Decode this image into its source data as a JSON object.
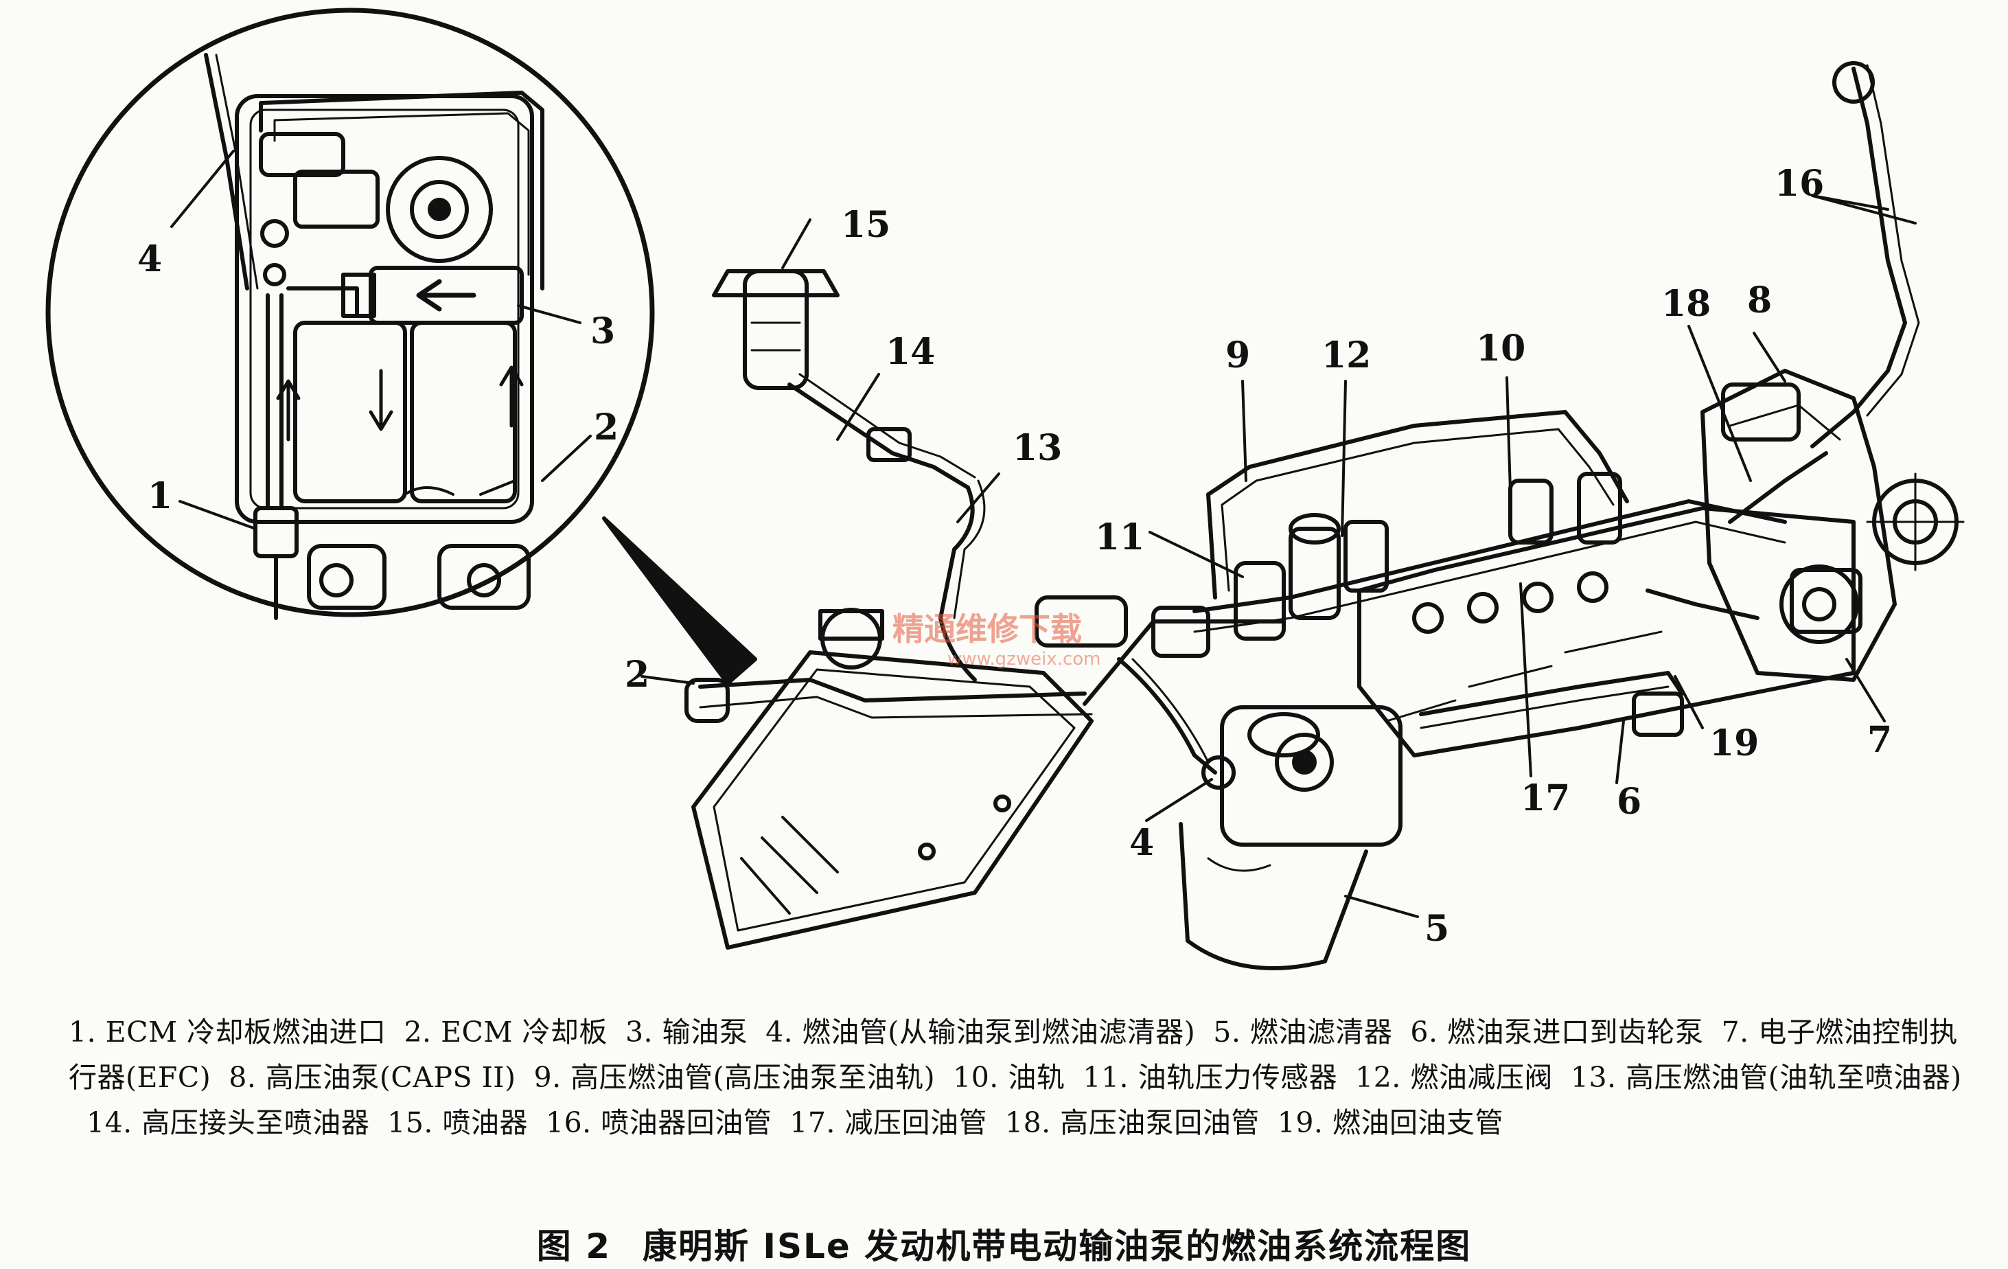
{
  "diagram": {
    "callouts": {
      "c1": "1",
      "c2a": "2",
      "c2b": "2",
      "c3": "3",
      "c4a": "4",
      "c4b": "4",
      "c5": "5",
      "c6": "6",
      "c7": "7",
      "c8": "8",
      "c9": "9",
      "c10": "10",
      "c11": "11",
      "c12": "12",
      "c13": "13",
      "c14": "14",
      "c15": "15",
      "c16": "16",
      "c17": "17",
      "c18": "18",
      "c19": "19"
    },
    "watermark": "精通维修下载",
    "watermark_url": "www.gzweix.com"
  },
  "legend": [
    "1. ECM 冷却板燃油进口",
    "2. ECM 冷却板",
    "3. 输油泵",
    "4. 燃油管(从输油泵到燃油滤清器)",
    "5. 燃油滤清器",
    "6. 燃油泵进口到齿轮泵",
    "7. 电子燃油控制执行器(EFC)",
    "8. 高压油泵(CAPS II)",
    "9. 高压燃油管(高压油泵至油轨)",
    "10. 油轨",
    "11. 油轨压力传感器",
    "12. 燃油减压阀",
    "13. 高压燃油管(油轨至喷油器)",
    "14. 高压接头至喷油器",
    "15. 喷油器",
    "16. 喷油器回油管",
    "17. 减压回油管",
    "18. 高压油泵回油管",
    "19. 燃油回油支管"
  ],
  "caption": {
    "figure": "图 2",
    "title": "康明斯 ISLe 发动机带电动输油泵的燃油系统流程图"
  }
}
